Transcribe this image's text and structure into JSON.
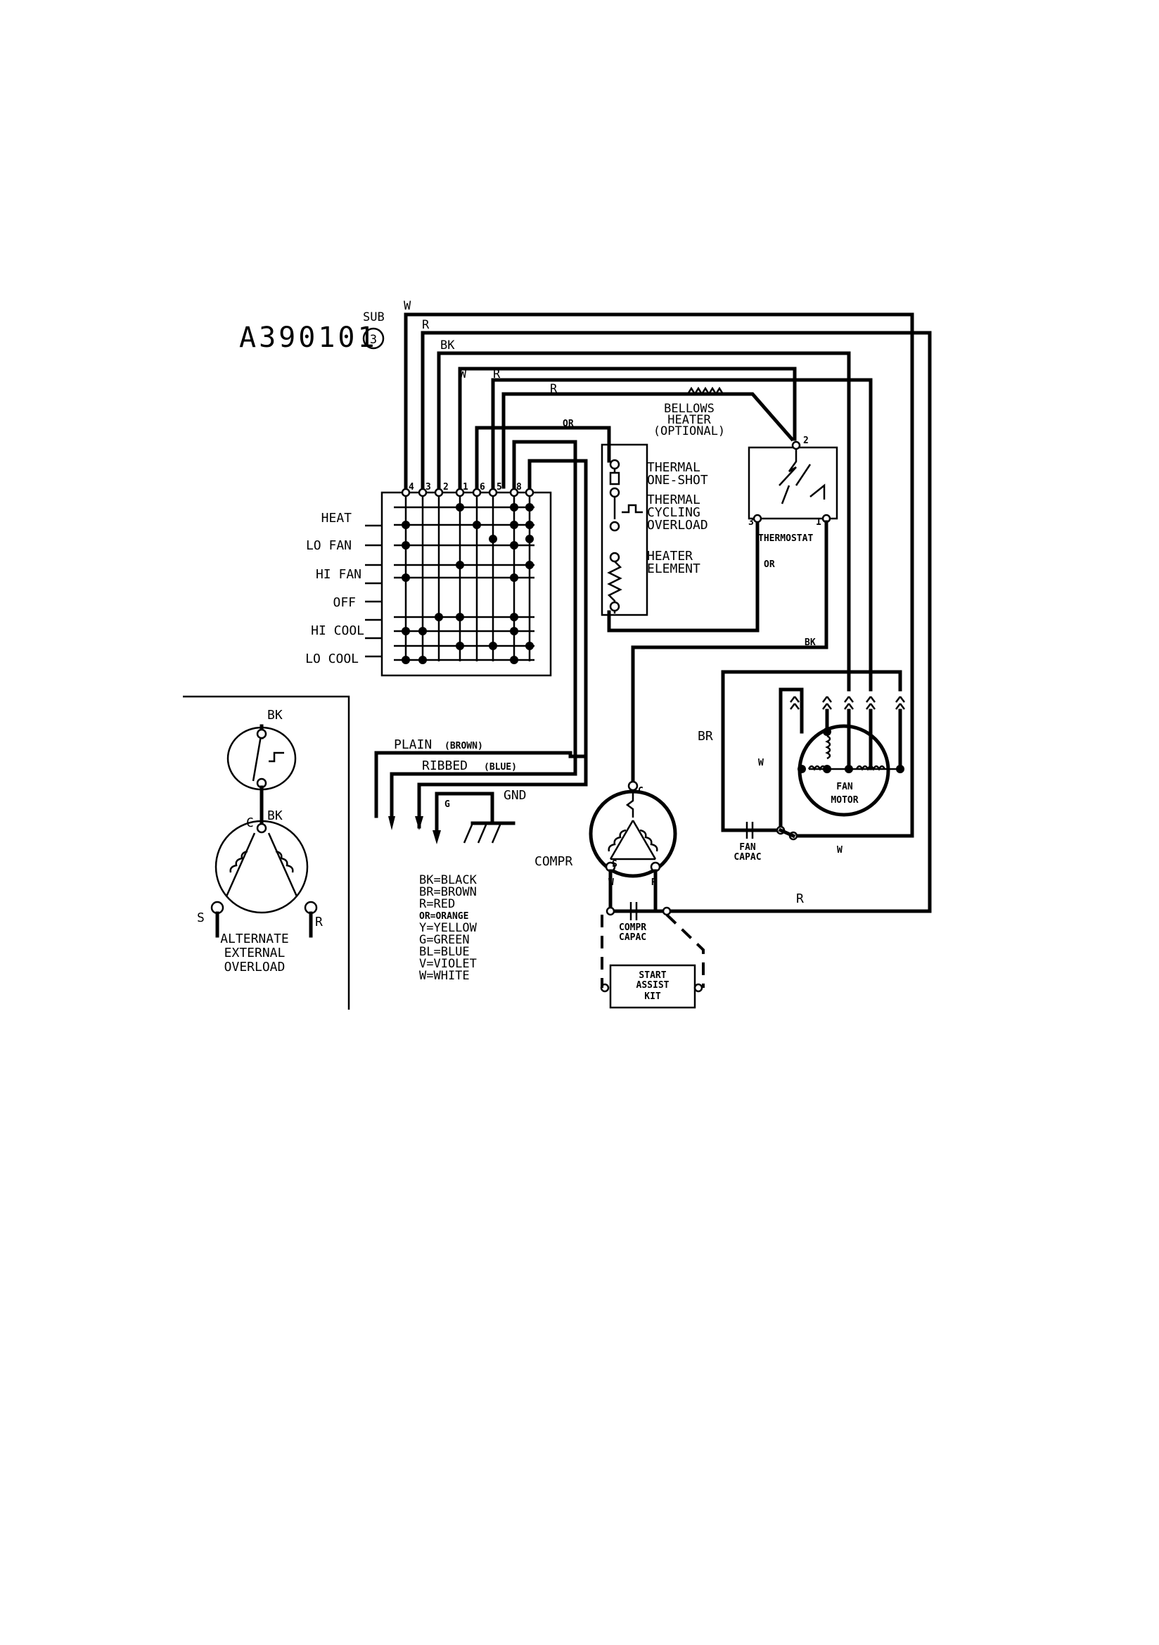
{
  "diagram_id": "A390101",
  "sub": {
    "label": "SUB",
    "number": "3"
  },
  "switch": {
    "positions": [
      "HEAT",
      "LO FAN",
      "HI FAN",
      "OFF",
      "HI COOL",
      "LO COOL"
    ],
    "terminals": [
      "4",
      "3",
      "2",
      "1",
      "6",
      "5",
      "8"
    ]
  },
  "wires": {
    "w1": "W",
    "r1": "R",
    "bk1": "BK",
    "w2": "W",
    "r2": "R",
    "r3": "R",
    "or1": "OR",
    "or2": "OR",
    "bk2": "BK",
    "br": "BR",
    "w3": "W",
    "w4": "W",
    "r4": "R",
    "g": "G"
  },
  "components": {
    "bellows": [
      "BELLOWS",
      "HEATER",
      "(OPTIONAL)"
    ],
    "one_shot": [
      "THERMAL",
      "ONE-SHOT"
    ],
    "cycling": [
      "THERMAL",
      "CYCLING",
      "OVERLOAD"
    ],
    "heater": [
      "HEATER",
      "ELEMENT"
    ],
    "thermostat": "THERMOSTAT",
    "thermostat_terms": [
      "2",
      "3",
      "1"
    ],
    "fan_motor": [
      "FAN",
      "MOTOR"
    ],
    "fan_capac": [
      "FAN",
      "CAPAC"
    ],
    "compr": "COMPR",
    "compr_terms": [
      "C",
      "S",
      "W",
      "R"
    ],
    "compr_capac": [
      "COMPR",
      "CAPAC"
    ],
    "start_kit": [
      "START",
      "ASSIST",
      "KIT"
    ],
    "plain": "PLAIN",
    "plain_color": "(BROWN)",
    "ribbed": "RIBBED",
    "ribbed_color": "(BLUE)",
    "gnd": "GND"
  },
  "alternate": {
    "labels": [
      "BK",
      "C",
      "BK",
      "S",
      "R"
    ],
    "title": [
      "ALTERNATE",
      "EXTERNAL",
      "OVERLOAD"
    ]
  },
  "legend": [
    "BK=BLACK",
    "BR=BROWN",
    "R=RED",
    "OR=ORANGE",
    "Y=YELLOW",
    "G=GREEN",
    "BL=BLUE",
    "V=VIOLET",
    "W=WHITE"
  ]
}
